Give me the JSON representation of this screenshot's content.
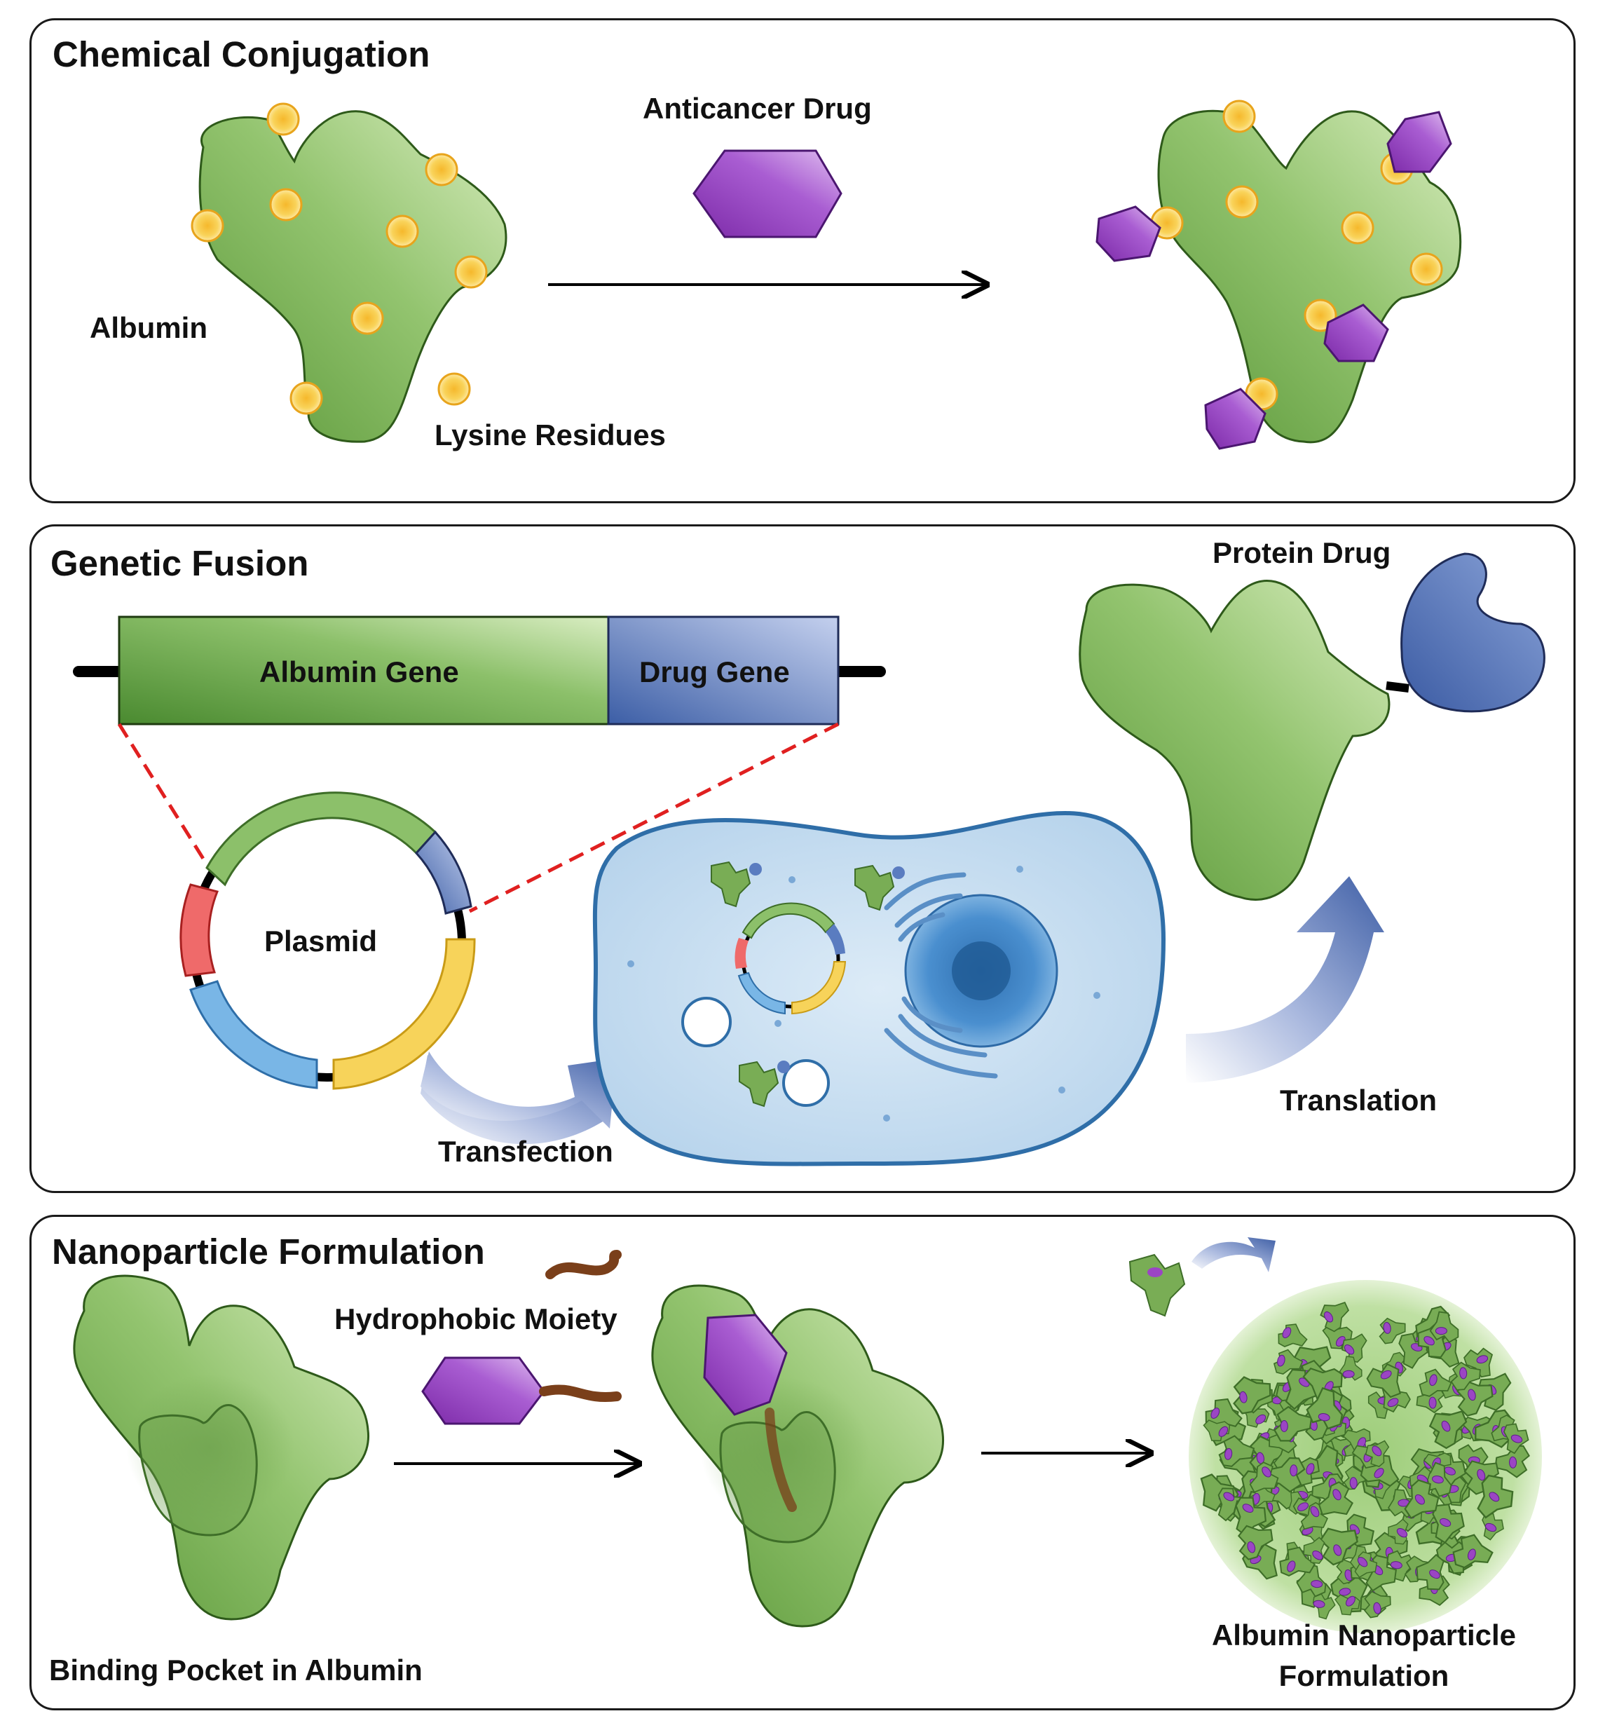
{
  "panels": {
    "chemical": {
      "title": "Chemical Conjugation",
      "albumin_label": "Albumin",
      "lysine_label": "Lysine Residues",
      "drug_label": "Anticancer Drug"
    },
    "genetic": {
      "title": "Genetic Fusion",
      "albumin_gene_label": "Albumin  Gene",
      "drug_gene_label": "Drug Gene",
      "plasmid_label": "Plasmid",
      "transfection_label": "Transfection",
      "translation_label": "Translation",
      "protein_drug_label": "Protein Drug"
    },
    "nanoparticle": {
      "title": "Nanoparticle Formulation",
      "hydrophobic_label": "Hydrophobic  Moiety",
      "binding_pocket_label": "Binding  Pocket in Albumin",
      "np_label_line1": "Albumin  Nanoparticle",
      "np_label_line2": "Formulation"
    }
  },
  "colors": {
    "albumin_light": "#c9e4a6",
    "albumin_dark": "#5f9a3d",
    "lysine": "#f7c93a",
    "drug_purple": "#9b45c4",
    "protein_blue": "#4b6aaf",
    "plasmid_red": "#e8585a",
    "plasmid_blue": "#6aaee0",
    "plasmid_yellow": "#f7d35a",
    "cell_fill": "#c6def0",
    "cell_border": "#3b80bd",
    "dashed_red": "#e02020"
  },
  "icons": [
    "albumin-protein-icon",
    "lysine-residue-icon",
    "anticancer-drug-icon",
    "plasmid-icon",
    "cell-icon",
    "nucleus-icon",
    "protein-drug-icon",
    "nanoparticle-icon"
  ]
}
